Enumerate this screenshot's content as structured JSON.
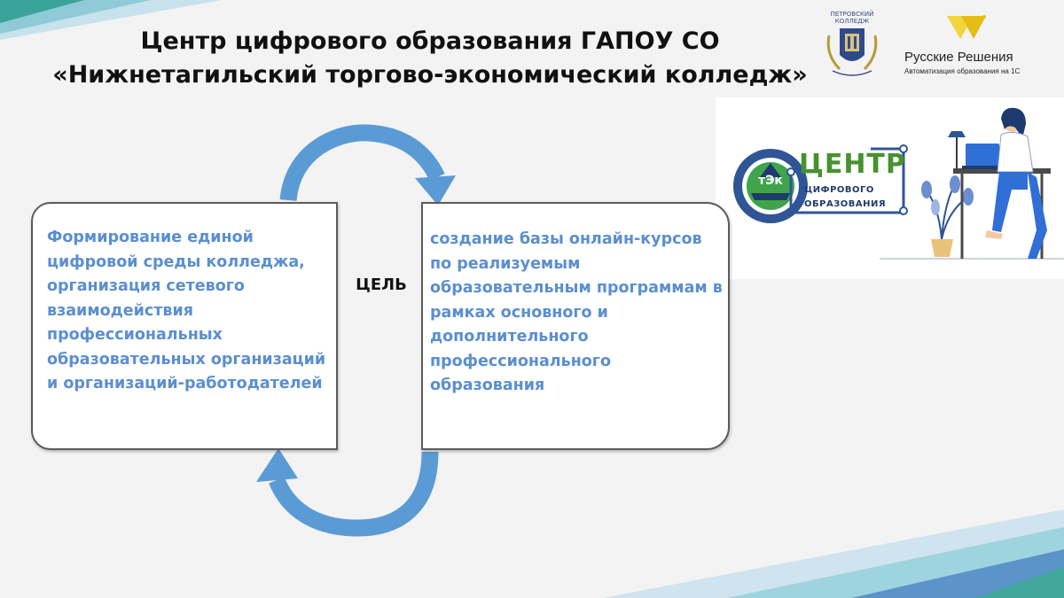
{
  "title": {
    "line1": "Центр цифрового образования ГАПОУ СО",
    "line2": "«Нижнетагильский торгово-экономический колледж»"
  },
  "logos": {
    "petrovsky": {
      "caption_line1": "ПЕТРОВСКИЙ",
      "caption_line2": "КОЛЛЕДЖ"
    },
    "russkie_resheniya": {
      "name": "Русские Решения",
      "tagline": "Автоматизация образования на 1С"
    }
  },
  "promo": {
    "center_word": "ЦЕНТР",
    "subtitle_line1": "ЦИФРОВОГО",
    "subtitle_line2": "ОБРАЗОВАНИЯ",
    "emblem_text": "тЭк"
  },
  "diagram": {
    "goal_label": "ЦЕЛЬ",
    "left_text": "Формирование единой цифровой среды колледжа, организация сетевого взаимодействия профессиональных образовательных организаций и организаций-работодателей",
    "right_text": "создание базы онлайн-курсов по реализуемым образовательным программам в рамках основного и дополнительного профессионального образования"
  },
  "colors": {
    "text_accent": "#5b8fd0",
    "arrow": "#5b9bd5",
    "center_green": "#47922f",
    "teal_corner": "#3fa89a"
  }
}
